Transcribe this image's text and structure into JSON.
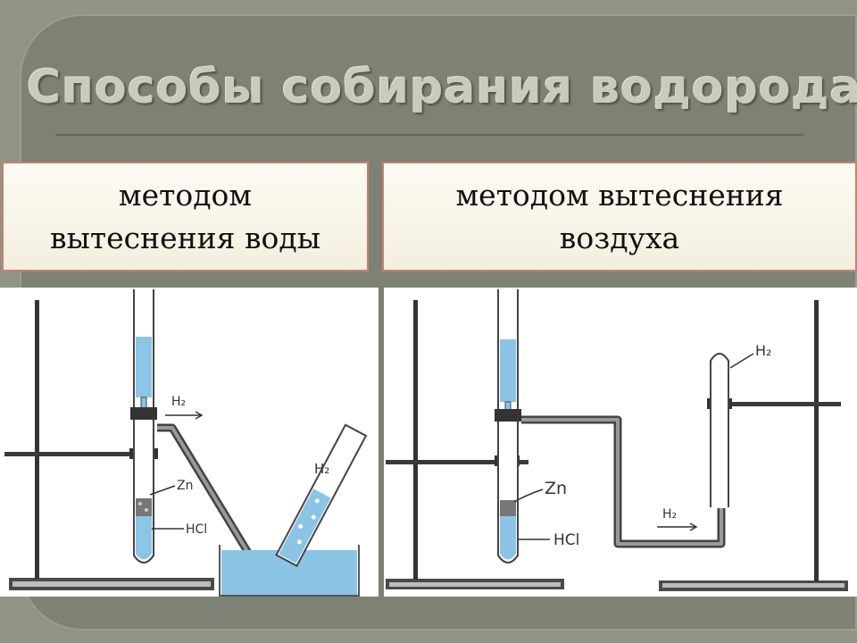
{
  "title": "Способы собирания водорода",
  "methods": [
    {
      "line1": "методом",
      "line2": "вытеснения воды"
    },
    {
      "line1": "методом вытеснения",
      "line2": "воздуха"
    }
  ],
  "left_diagram": {
    "gas": "H₂",
    "gas_tube": "H₂",
    "metal": "Zn",
    "acid": "HCl"
  },
  "right_diagram": {
    "gas": "H₂",
    "gas_tube": "H₂",
    "metal": "Zn",
    "acid": "HCl"
  },
  "colors": {
    "liquid": "#8cc4e6",
    "frame": "#7e8274",
    "box_border": "#c97e72"
  }
}
